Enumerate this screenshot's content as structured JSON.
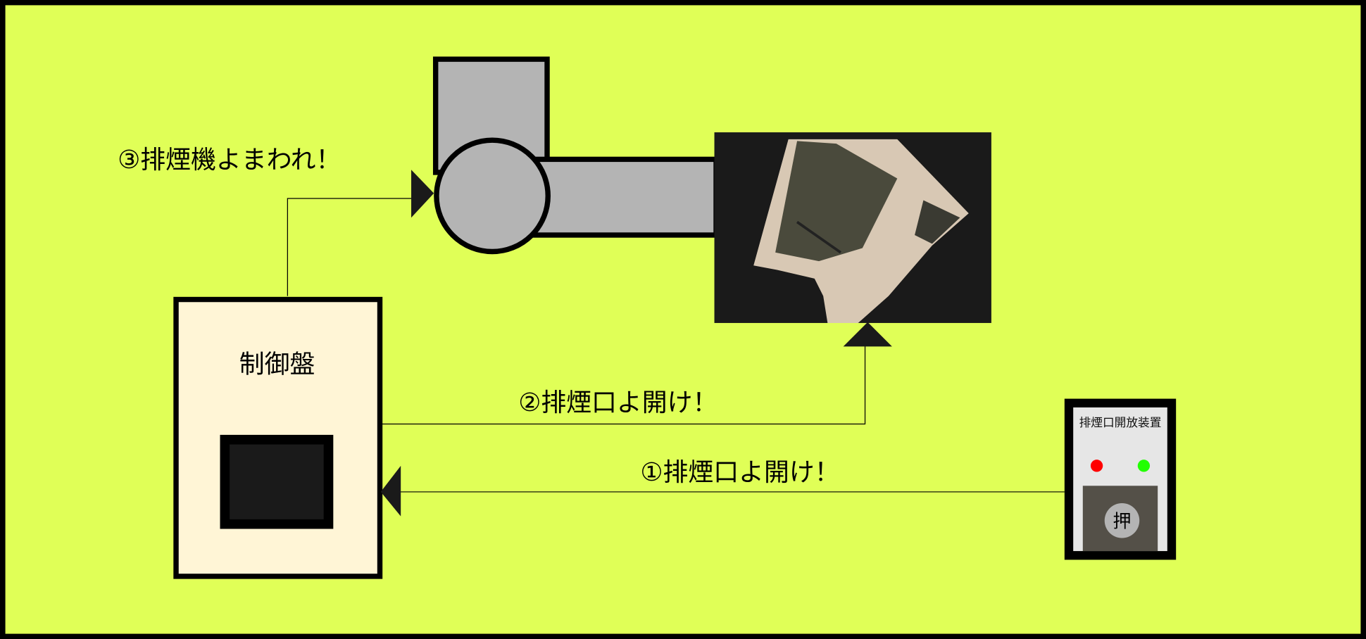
{
  "colors": {
    "background": "#e0ff57",
    "panel": "#fff5d6",
    "duct": "#b4b4b4",
    "device": "#e6e6e6",
    "button": "#545048",
    "led_red": "#ff0000",
    "led_green": "#22ff00"
  },
  "labels": {
    "step3": "③排煙機よまわれ！",
    "step2": "②排煙口よ開け！",
    "step1": "①排煙口よ開け！"
  },
  "control_panel": {
    "title": "制御盤"
  },
  "release_device": {
    "title": "排煙口開放装置",
    "button_label": "押"
  }
}
